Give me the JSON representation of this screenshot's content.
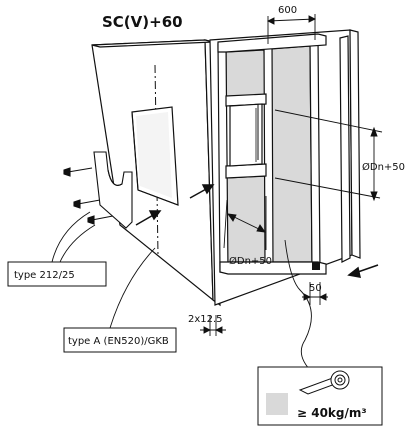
{
  "title": "SC(V)+60",
  "dimensions": {
    "top_width": "600",
    "opening_height": "ØDn+50",
    "opening_width": "ØDn+50",
    "gap": "50",
    "board_thickness": "2x12.5"
  },
  "callouts": {
    "screw": "type 212/25",
    "board": "type A (EN520)/GKB"
  },
  "legend": {
    "insulation": "≥ 40kg/m³"
  },
  "colors": {
    "insulation": "#d9d9d9",
    "line": "#111111",
    "board": "#ffffff"
  }
}
